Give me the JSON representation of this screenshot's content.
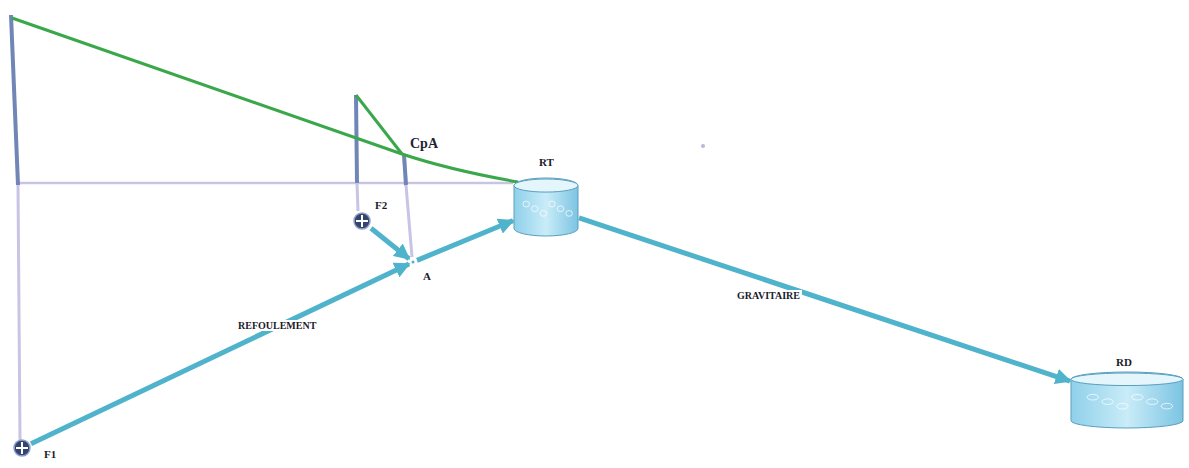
{
  "diagram": {
    "nodes": [
      {
        "text": [
          "F1"
        ]
      },
      {
        "text": [
          "F2"
        ]
      },
      {
        "text": [
          "A"
        ]
      },
      {
        "text": [
          "RT"
        ]
      },
      {
        "text": [
          "RD"
        ]
      }
    ],
    "edges": [
      {
        "from": 0,
        "to": 2,
        "arrow": "to",
        "label": "REFOULEMENT"
      },
      {
        "from": 1,
        "to": 2,
        "arrow": "to"
      },
      {
        "from": 2,
        "to": 3,
        "arrow": "to"
      },
      {
        "from": 3,
        "to": 4,
        "arrow": "to",
        "label": "GRAVITAIRE"
      }
    ],
    "labels": [
      "CpA"
    ]
  }
}
